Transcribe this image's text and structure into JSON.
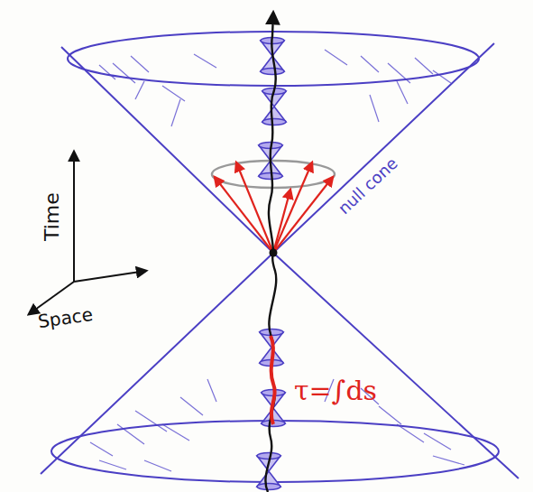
{
  "diagram": {
    "labels": [
      "Time",
      "Space",
      "null cone",
      "τ=∫ds"
    ]
  }
}
